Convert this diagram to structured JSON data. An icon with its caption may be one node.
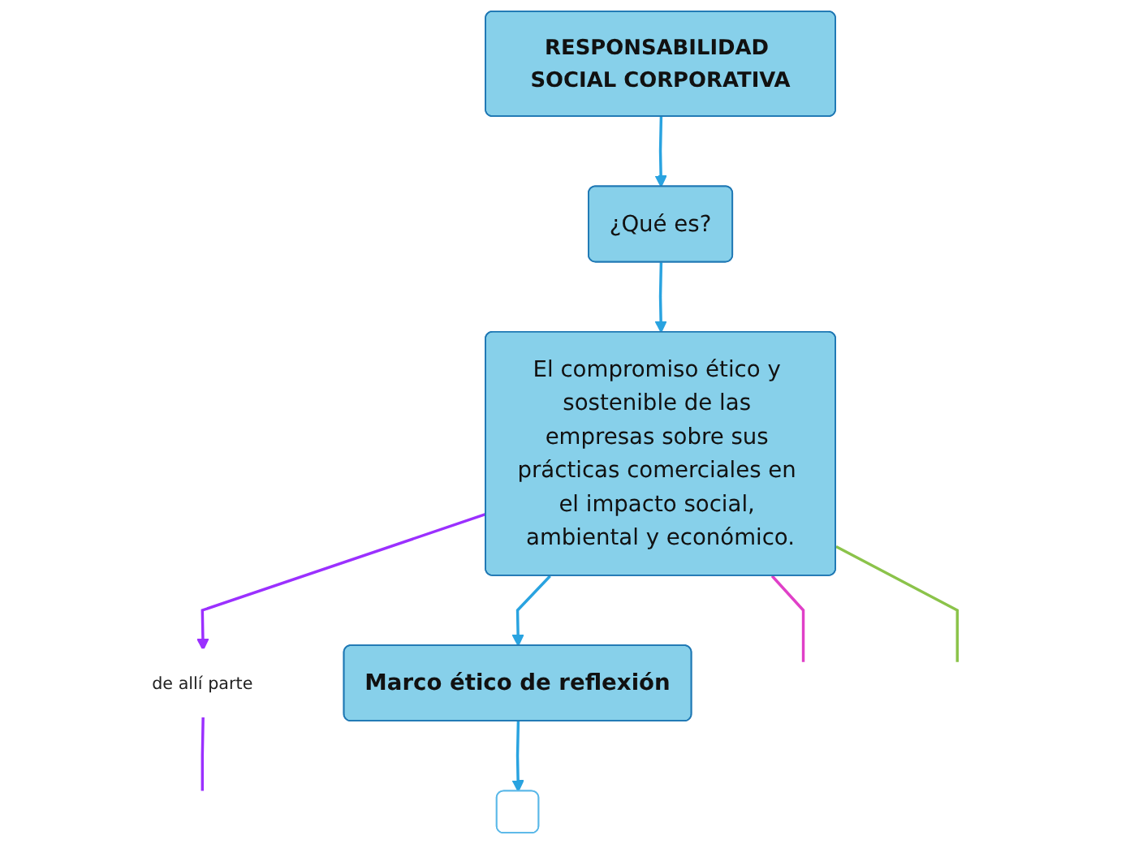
{
  "diagram": {
    "nodes": [
      {
        "text": [
          "RESPONSABILIDAD SOCIAL CORPORATIVA"
        ]
      },
      {
        "text": [
          "¿Qué es?"
        ]
      },
      {
        "text": [
          "El compromiso ético y sostenible de las empresas sobre sus prácticas comerciales en el impacto social, ambiental y económico."
        ]
      },
      {
        "text": [
          "de allí parte"
        ]
      },
      {
        "text": [
          "Marco ético de reflexión"
        ]
      },
      {
        "text": [],
        "shape": "box"
      }
    ],
    "edges": [
      {
        "from": 0,
        "to": 1,
        "arrow": "to"
      },
      {
        "from": 1,
        "to": 2,
        "arrow": "to"
      },
      {
        "from": 2,
        "to": 3,
        "arrow": "to",
        "color": "#9b30ff"
      },
      {
        "from": 3,
        "to": null,
        "arrow": "none",
        "color": "#9b30ff"
      },
      {
        "from": 2,
        "to": null,
        "arrow": "none",
        "color": "#e040c8"
      },
      {
        "from": 2,
        "to": null,
        "arrow": "none",
        "color": "#8bc34a"
      },
      {
        "from": 2,
        "to": 4,
        "arrow": "to"
      },
      {
        "from": 4,
        "to": 5,
        "arrow": "to"
      }
    ]
  }
}
